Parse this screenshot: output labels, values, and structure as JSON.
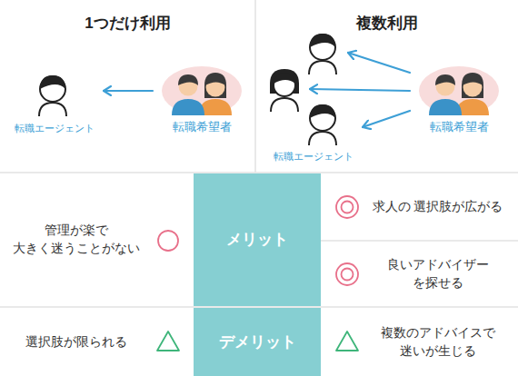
{
  "diagram": {
    "nodes": [
      {
        "text": [
          "1つだけ利用"
        ]
      },
      {
        "text": [
          "転職エージェント"
        ],
        "in": 0
      },
      {
        "text": [
          "転職希望者"
        ],
        "in": 0
      },
      {
        "text": [
          "複数利用"
        ]
      },
      {
        "text": [],
        "in": 3
      },
      {
        "text": [],
        "in": 3
      },
      {
        "text": [
          "転職エージェント"
        ],
        "in": 3
      },
      {
        "text": [
          "転職希望者"
        ],
        "in": 3
      },
      {
        "text": [
          "管理が楽で 大きく迷うことがない"
        ]
      },
      {
        "text": [
          "メリット"
        ]
      },
      {
        "text": [
          "求人の 選択肢が広がる"
        ]
      },
      {
        "text": [
          "良いアドバイザー を探せる"
        ]
      },
      {
        "text": [
          "選択肢が限られる"
        ]
      },
      {
        "text": [
          "デメリット"
        ]
      },
      {
        "text": [
          "複数のアドバイスで 迷いが生じる"
        ]
      }
    ],
    "edges": [
      {
        "from": 2,
        "to": 1,
        "arrow": "to"
      },
      {
        "from": 7,
        "to": 4,
        "arrow": "to"
      },
      {
        "from": 7,
        "to": 5,
        "arrow": "to"
      },
      {
        "from": 7,
        "to": 6,
        "arrow": "to"
      }
    ]
  }
}
